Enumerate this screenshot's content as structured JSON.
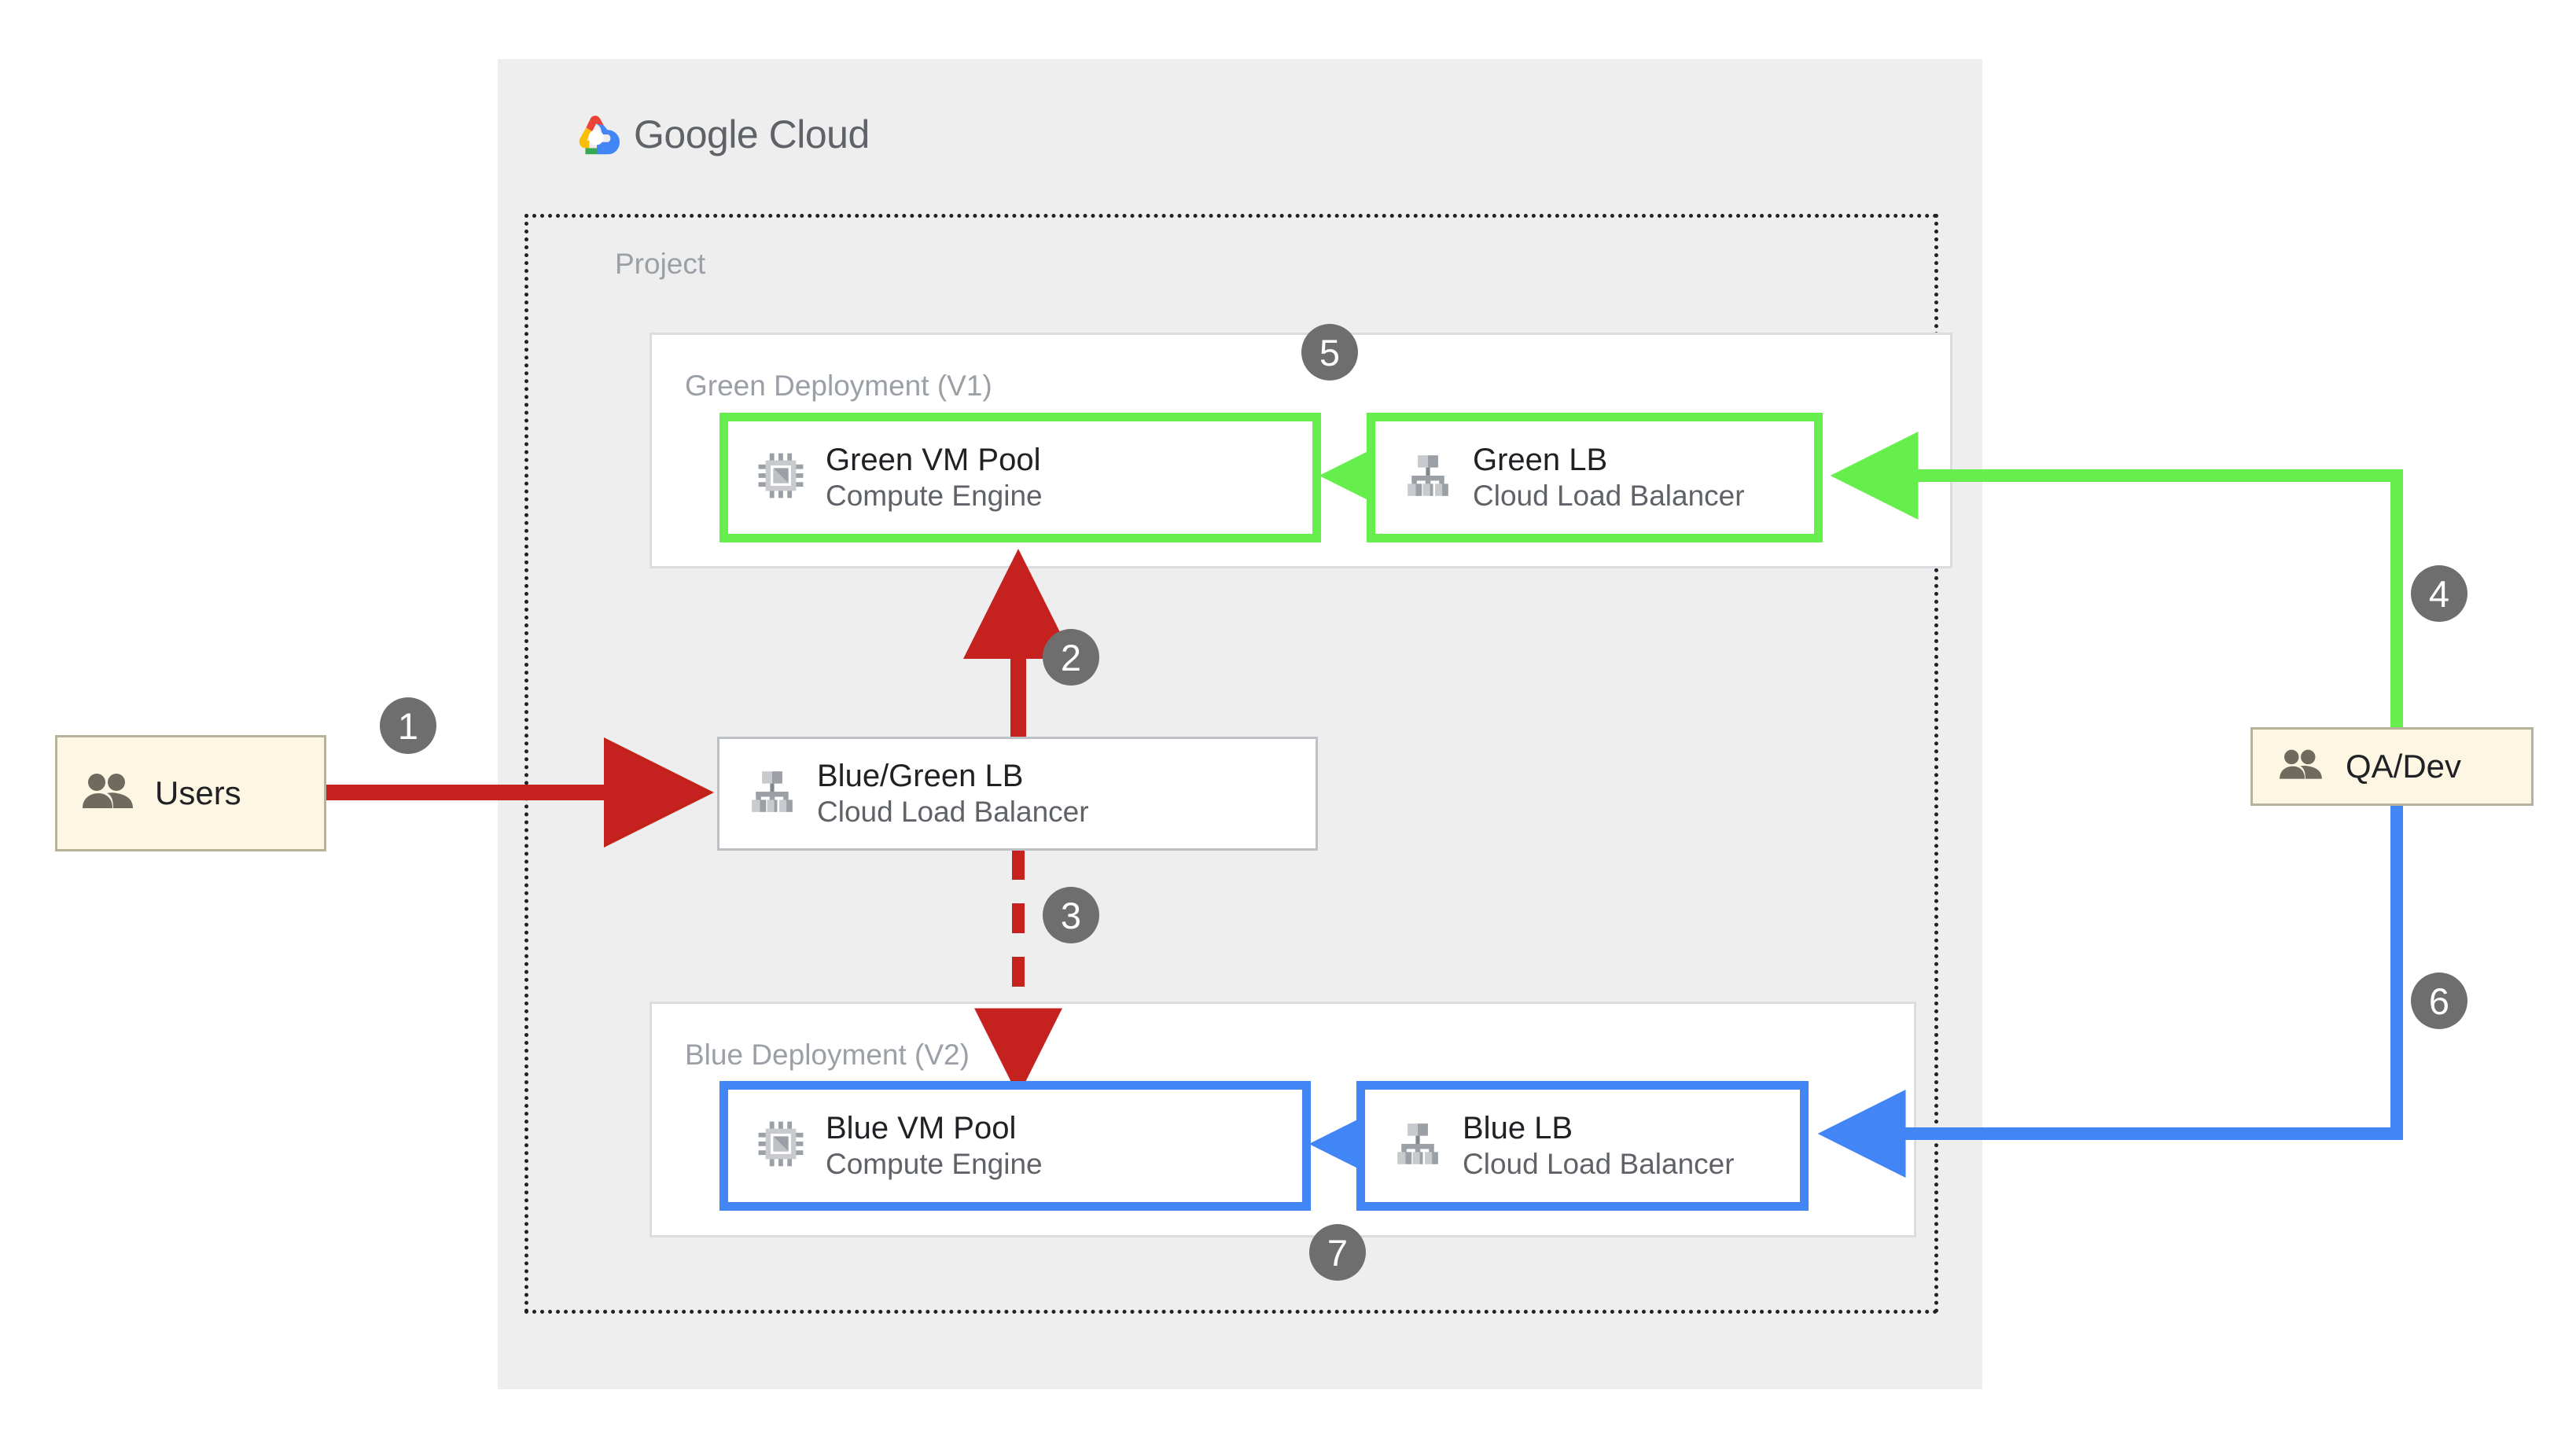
{
  "diagram": {
    "title": "Google Cloud",
    "cloud_panel": {
      "brand": "Google",
      "product": "Cloud"
    },
    "project": {
      "label": "Project"
    },
    "deployments": [
      {
        "id": "green",
        "label": "Green Deployment (V1)",
        "color": "#66ee4d"
      },
      {
        "id": "blue",
        "label": "Blue Deployment (V2)",
        "color": "#4285f4"
      }
    ],
    "nodes": [
      {
        "id": "green-vm-pool",
        "title": "Green VM Pool",
        "subtitle": "Compute Engine",
        "icon": "cpu-chip-icon",
        "accent": "#66ee4d"
      },
      {
        "id": "green-lb",
        "title": "Green LB",
        "subtitle": "Cloud Load Balancer",
        "icon": "load-balancer-icon",
        "accent": "#66ee4d"
      },
      {
        "id": "bluegreen-lb",
        "title": "Blue/Green LB",
        "subtitle": "Cloud Load Balancer",
        "icon": "load-balancer-icon",
        "accent": "#bdc1c6"
      },
      {
        "id": "blue-vm-pool",
        "title": "Blue VM Pool",
        "subtitle": "Compute Engine",
        "icon": "cpu-chip-icon",
        "accent": "#4285f4"
      },
      {
        "id": "blue-lb",
        "title": "Blue LB",
        "subtitle": "Cloud Load Balancer",
        "icon": "load-balancer-icon",
        "accent": "#4285f4"
      }
    ],
    "actors": [
      {
        "id": "users",
        "label": "Users",
        "icon": "people-icon",
        "fill": "#fdf6e3"
      },
      {
        "id": "qa-dev",
        "label": "QA/Dev",
        "icon": "people-icon",
        "fill": "#fdf6e3"
      }
    ],
    "steps": [
      {
        "n": "1",
        "color": "#6e6e6e"
      },
      {
        "n": "2",
        "color": "#6e6e6e"
      },
      {
        "n": "3",
        "color": "#6e6e6e"
      },
      {
        "n": "4",
        "color": "#6e6e6e"
      },
      {
        "n": "5",
        "color": "#6e6e6e"
      },
      {
        "n": "6",
        "color": "#6e6e6e"
      },
      {
        "n": "7",
        "color": "#6e6e6e"
      }
    ],
    "colors": {
      "red_flow": "#c5221f",
      "green_flow": "#66ee4d",
      "blue_flow": "#4285f4",
      "panel_gray": "#eeeeee",
      "label_gray": "#9aa0a6",
      "badge_gray": "#6e6e6e",
      "actor_fill": "#fdf6e3"
    }
  }
}
